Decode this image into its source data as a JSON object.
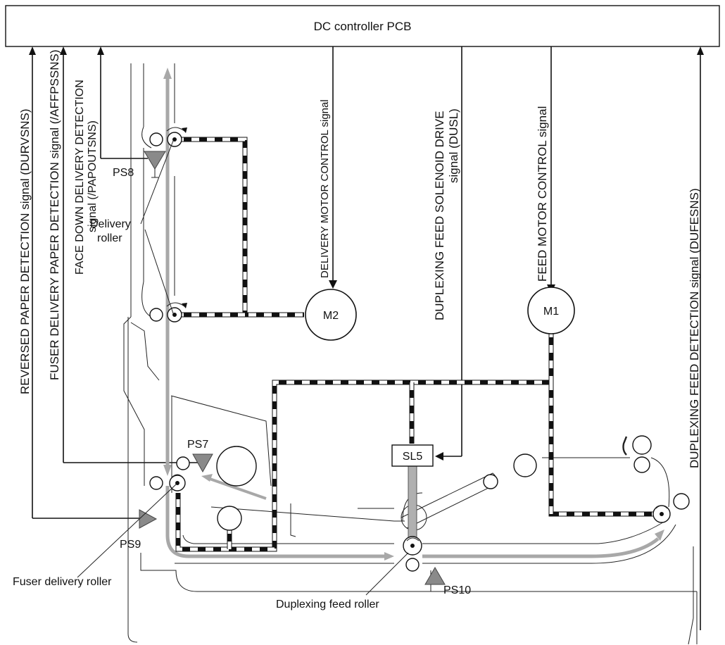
{
  "controller": {
    "label": "DC controller PCB"
  },
  "signals": {
    "durvsns": "REVERSED PAPER DETECTION signal (DURVSNS)",
    "affpssns": "FUSER DELIVERY PAPER DETECTION signal (/AFFPSSNS)",
    "papoutsns_line1": "FACE DOWN DELIVERY DETECTION",
    "papoutsns_line2": "signal (/PAPOUTSNS)",
    "delivery_motor": "DELIVERY MOTOR CONTROL signal",
    "dusl_line1": "DUPLEXING FEED SOLENOID DRIVE",
    "dusl_line2": "signal (DUSL)",
    "feed_motor": "FEED MOTOR CONTROL signal",
    "dufesns": "DUPLEXING FEED DETECTION signal (DUFESNS)"
  },
  "components": {
    "m2": "M2",
    "m1": "M1",
    "sl5": "SL5",
    "ps7": "PS7",
    "ps8": "PS8",
    "ps9": "PS9",
    "ps10": "PS10"
  },
  "labels": {
    "delivery_roller_line1": "Delivery",
    "delivery_roller_line2": "roller",
    "fuser_delivery_roller": "Fuser delivery roller",
    "duplexing_feed_roller": "Duplexing feed roller"
  },
  "colors": {
    "paper_path": "#a8a8a8",
    "sensor": "#8a8a8a",
    "drive_line": "#111111"
  }
}
